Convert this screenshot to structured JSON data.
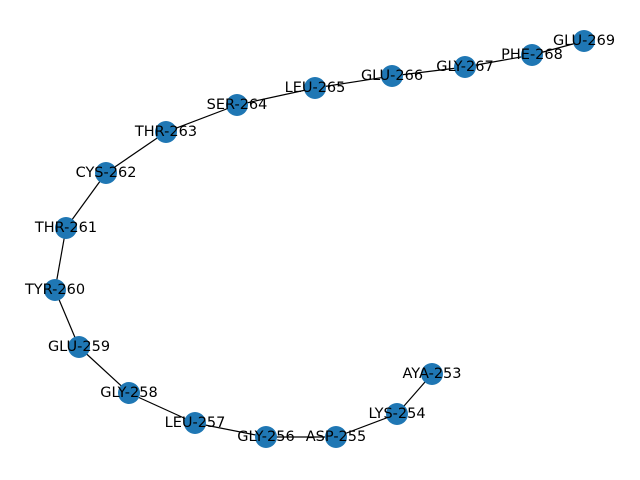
{
  "graph": {
    "node_color": "#1f77b4",
    "edge_color": "#000000",
    "nodes": [
      {
        "id": "AYA-253",
        "label": "AYA-253"
      },
      {
        "id": "LYS-254",
        "label": "LYS-254"
      },
      {
        "id": "ASP-255",
        "label": "ASP-255"
      },
      {
        "id": "GLY-256",
        "label": "GLY-256"
      },
      {
        "id": "LEU-257",
        "label": "LEU-257"
      },
      {
        "id": "GLY-258",
        "label": "GLY-258"
      },
      {
        "id": "GLU-259",
        "label": "GLU-259"
      },
      {
        "id": "TYR-260",
        "label": "TYR-260"
      },
      {
        "id": "THR-261",
        "label": "THR-261"
      },
      {
        "id": "CYS-262",
        "label": "CYS-262"
      },
      {
        "id": "THR-263",
        "label": "THR-263"
      },
      {
        "id": "SER-264",
        "label": "SER-264"
      },
      {
        "id": "LEU-265",
        "label": "LEU-265"
      },
      {
        "id": "GLU-266",
        "label": "GLU-266"
      },
      {
        "id": "GLY-267",
        "label": "GLY-267"
      },
      {
        "id": "PHE-268",
        "label": "PHE-268"
      },
      {
        "id": "GLU-269",
        "label": "GLU-269"
      }
    ],
    "edges": [
      [
        "AYA-253",
        "LYS-254"
      ],
      [
        "LYS-254",
        "ASP-255"
      ],
      [
        "ASP-255",
        "GLY-256"
      ],
      [
        "GLY-256",
        "LEU-257"
      ],
      [
        "LEU-257",
        "GLY-258"
      ],
      [
        "GLY-258",
        "GLU-259"
      ],
      [
        "GLU-259",
        "TYR-260"
      ],
      [
        "TYR-260",
        "THR-261"
      ],
      [
        "THR-261",
        "CYS-262"
      ],
      [
        "CYS-262",
        "THR-263"
      ],
      [
        "THR-263",
        "SER-264"
      ],
      [
        "SER-264",
        "LEU-265"
      ],
      [
        "LEU-265",
        "GLU-266"
      ],
      [
        "GLU-266",
        "GLY-267"
      ],
      [
        "GLY-267",
        "PHE-268"
      ],
      [
        "PHE-268",
        "GLU-269"
      ]
    ]
  }
}
